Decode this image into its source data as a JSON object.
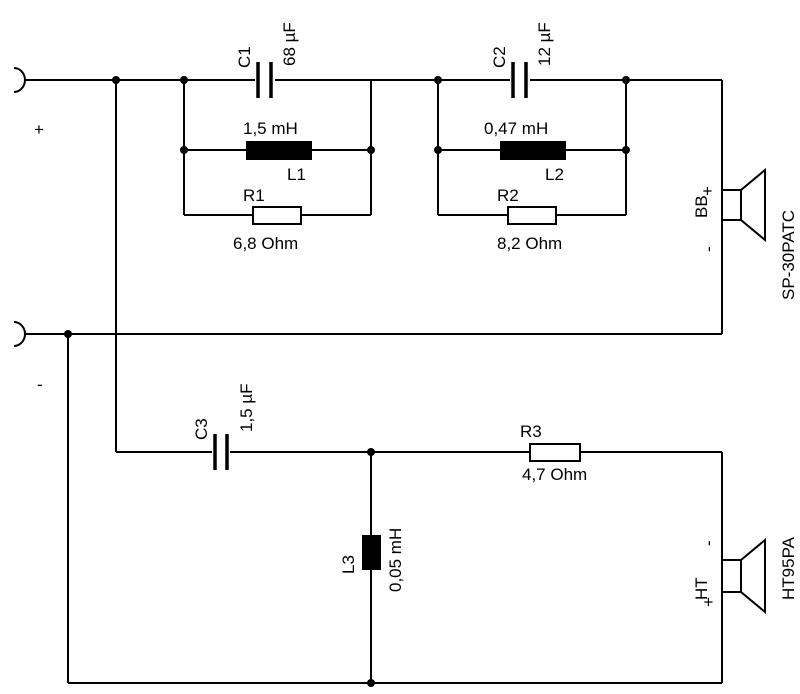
{
  "terminals": {
    "plus_label": "+",
    "minus_label": "-"
  },
  "components": {
    "c1": {
      "ref": "C1",
      "value": "68 µF"
    },
    "c2": {
      "ref": "C2",
      "value": "12 µF"
    },
    "c3": {
      "ref": "C3",
      "value": "1,5 µF"
    },
    "l1": {
      "ref": "L1",
      "value": "1,5 mH"
    },
    "l2": {
      "ref": "L2",
      "value": "0,47 mH"
    },
    "l3": {
      "ref": "L3",
      "value": "0,05 mH"
    },
    "r1": {
      "ref": "R1",
      "value": "6,8 Ohm"
    },
    "r2": {
      "ref": "R2",
      "value": "8,2 Ohm"
    },
    "r3": {
      "ref": "R3",
      "value": "4,7 Ohm"
    }
  },
  "speakers": {
    "woofer": {
      "ref": "BB",
      "model": "SP-30PATC",
      "plus": "+",
      "minus": "-"
    },
    "tweeter": {
      "ref": "HT",
      "model": "HT95PA",
      "plus": "+",
      "minus": "-"
    }
  }
}
